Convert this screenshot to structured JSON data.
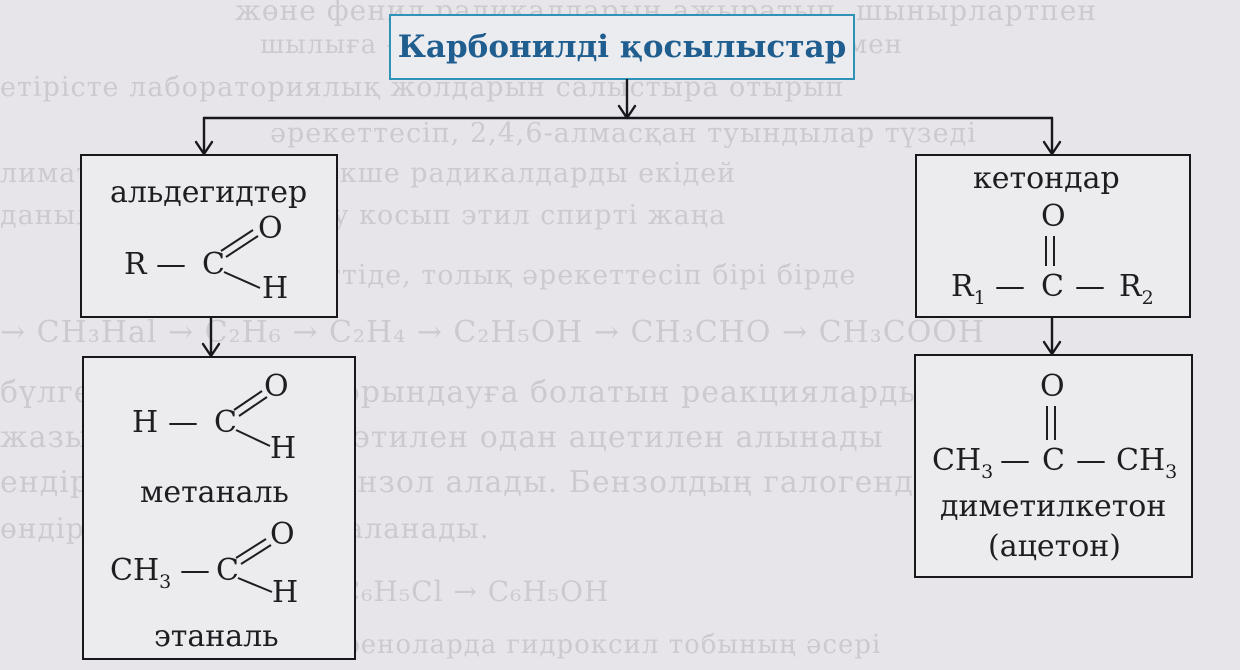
{
  "title": "Карбонилді қосылыстар",
  "aldehydes": {
    "header": "альдегидтер",
    "general": {
      "r": "R",
      "dash": "—",
      "c": "C",
      "o": "O",
      "h": "H"
    },
    "methanal": {
      "h1": "H",
      "dash": "—",
      "c": "C",
      "o": "O",
      "h2": "H",
      "name": "метаналь"
    },
    "ethanal": {
      "ch": "CH",
      "sub3": "3",
      "dash": "—",
      "c": "C",
      "o": "O",
      "h": "H",
      "name": "этаналь"
    }
  },
  "ketones": {
    "header": "кетондар",
    "general": {
      "o": "O",
      "r1": "R",
      "sub1": "1",
      "dash1": "—",
      "c": "C",
      "dash2": "—",
      "r2": "R",
      "sub2": "2"
    },
    "dimethyl": {
      "o": "O",
      "ch_left": "CH",
      "sub_left": "3",
      "dash1": "—",
      "c": "C",
      "dash2": "—",
      "ch_right": "CH",
      "sub_right": "3",
      "name1": "диметилкетон",
      "name2": "(ацетон)"
    }
  },
  "colors": {
    "title_text": "#1f5e8f",
    "title_border": "#2f93b9",
    "lines": "#17171c",
    "paper": "#e7e5e9"
  }
}
